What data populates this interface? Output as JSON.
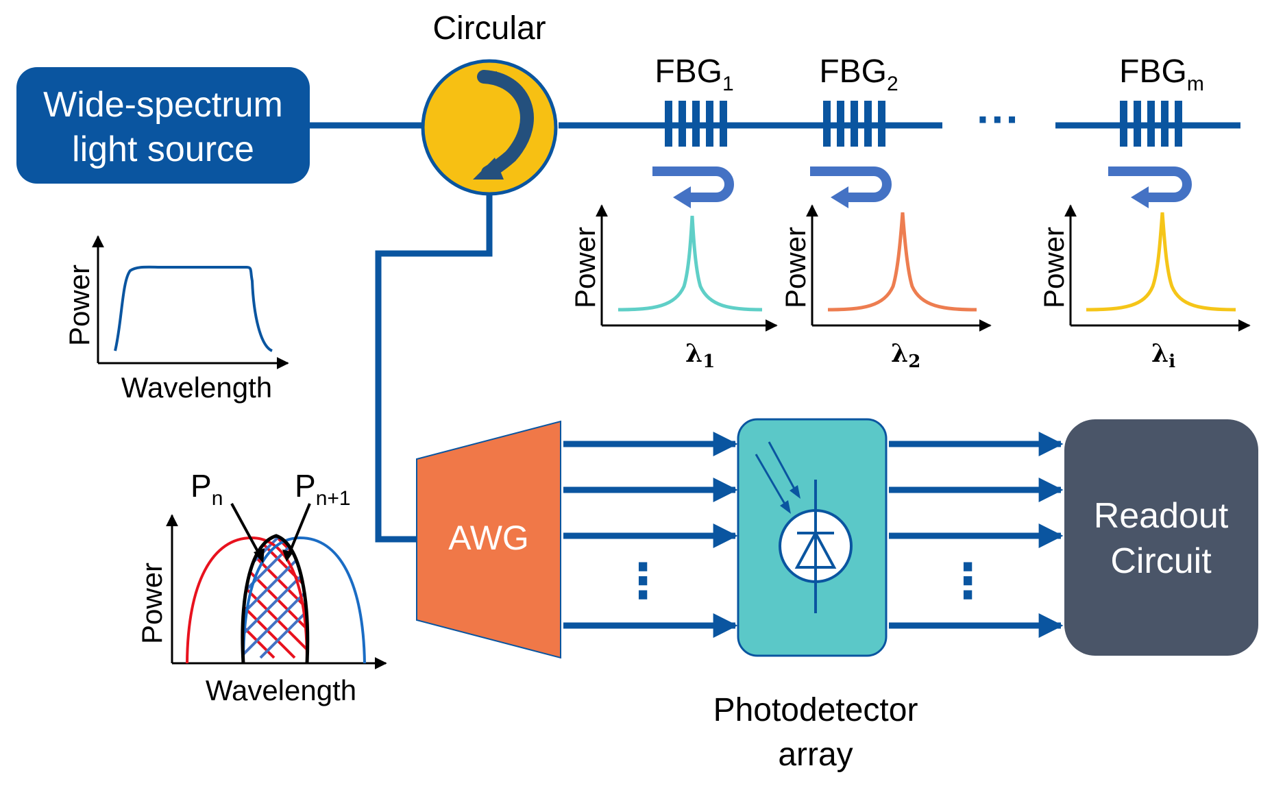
{
  "colors": {
    "fiber": "#0a55a0",
    "source_box": "#0a55a0",
    "circulator": "#f7c013",
    "circulator_arrow": "#24507d",
    "reflect_arrow": "#4472c4",
    "awg": "#f07848",
    "photodetector": "#5bc8c8",
    "readout": "#4a5568",
    "teal_curve": "#5fcfc7",
    "orange_curve": "#ed7d50",
    "yellow_curve": "#f5c518",
    "red_curve": "#e8121e",
    "blue_curve": "#1a6cc4"
  },
  "source": {
    "line1": "Wide-spectrum",
    "line2": "light source"
  },
  "circulator": {
    "label": "Circular"
  },
  "fbg": [
    {
      "base": "FBG",
      "sub": "1"
    },
    {
      "base": "FBG",
      "sub": "2"
    },
    {
      "base": "FBG",
      "sub": "m"
    }
  ],
  "ellipsis": "···",
  "spectra": [
    {
      "ylabel": "Power",
      "xbase": "λ",
      "xsub": "1",
      "color": "teal"
    },
    {
      "ylabel": "Power",
      "xbase": "λ",
      "xsub": "2",
      "color": "orange"
    },
    {
      "ylabel": "Power",
      "xbase": "λ",
      "xsub": "i",
      "color": "yellow"
    }
  ],
  "source_spectrum": {
    "ylabel": "Power",
    "xlabel": "Wavelength"
  },
  "overlap": {
    "ylabel": "Power",
    "xlabel": "Wavelength",
    "p1_base": "P",
    "p1_sub": "n",
    "p2_base": "P",
    "p2_sub": "n+1"
  },
  "awg": {
    "label": "AWG"
  },
  "photodetector": {
    "line1": "Photodetector",
    "line2": "array"
  },
  "readout": {
    "line1": "Readout",
    "line2": "Circuit"
  },
  "vdots": "⋮"
}
